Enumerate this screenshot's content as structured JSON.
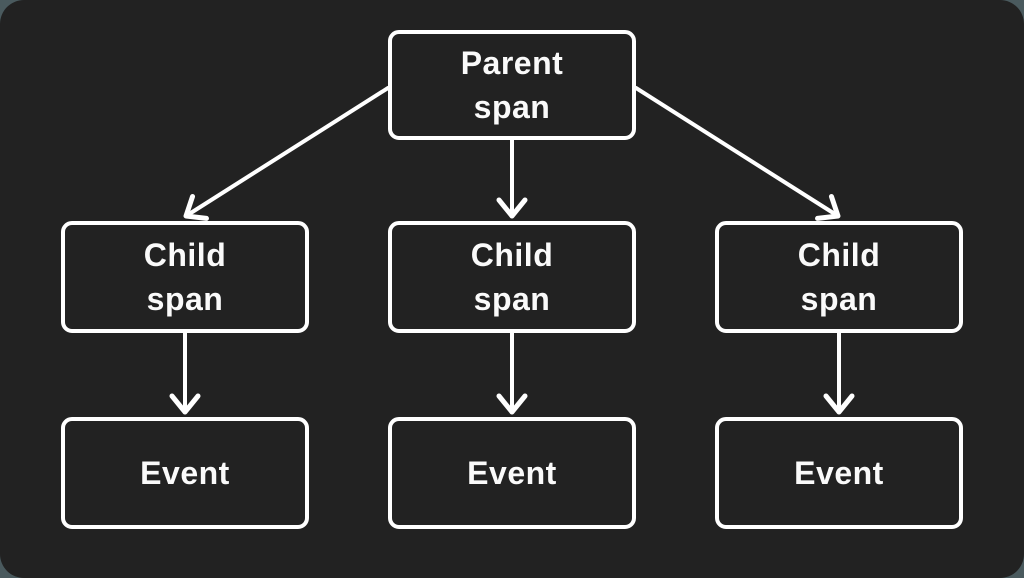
{
  "diagram": {
    "colors": {
      "background": "#222222",
      "outer_background": "#4a5a5e",
      "line": "#ffffff",
      "text": "#fafafa"
    },
    "nodes": {
      "parent": {
        "label": "Parent\nspan"
      },
      "child1": {
        "label": "Child\nspan"
      },
      "child2": {
        "label": "Child\nspan"
      },
      "child3": {
        "label": "Child\nspan"
      },
      "event1": {
        "label": "Event"
      },
      "event2": {
        "label": "Event"
      },
      "event3": {
        "label": "Event"
      }
    }
  }
}
